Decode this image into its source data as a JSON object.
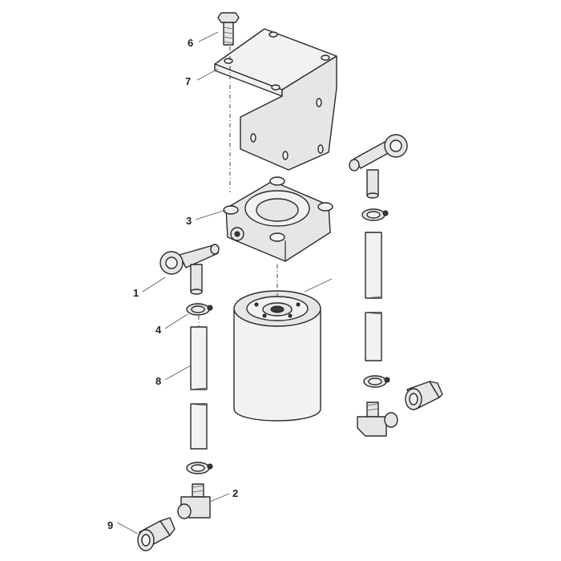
{
  "callouts": [
    {
      "id": "1",
      "label": "1"
    },
    {
      "id": "2",
      "label": "2"
    },
    {
      "id": "3",
      "label": "3"
    },
    {
      "id": "4",
      "label": "4"
    },
    {
      "id": "6",
      "label": "6"
    },
    {
      "id": "7",
      "label": "7"
    },
    {
      "id": "8",
      "label": "8"
    },
    {
      "id": "9",
      "label": "9"
    }
  ]
}
